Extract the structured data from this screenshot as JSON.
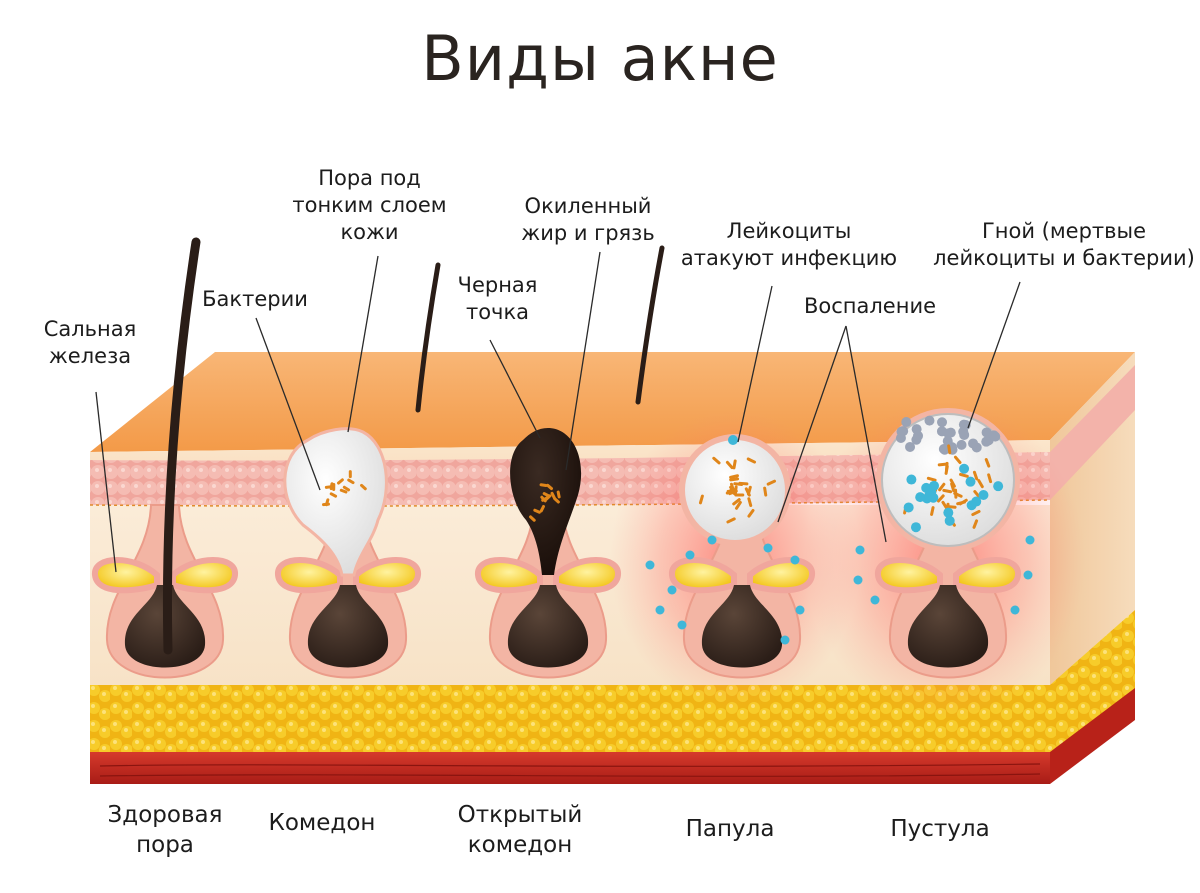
{
  "title": "Виды акне",
  "labels": {
    "sebaceous": [
      "Сальная",
      "железа"
    ],
    "bacteria": "Бактерии",
    "thin_skin": [
      "Пора под",
      "тонким слоем",
      "кожи"
    ],
    "blackhead": [
      "Черная",
      "точка"
    ],
    "oxidized": [
      "Окиленный",
      "жир и грязь"
    ],
    "leukocytes": [
      "Лейкоциты",
      "атакуют инфекцию"
    ],
    "inflammation": "Воспаление",
    "pus": [
      "Гной (мертвые",
      "лейкоциты и бактерии)"
    ]
  },
  "captions": {
    "healthy": [
      "Здоровая",
      "пора"
    ],
    "comedone": "Комедон",
    "open_comedone": [
      "Открытый",
      "комедон"
    ],
    "papule": "Папула",
    "pustule": "Пустула"
  },
  "colors": {
    "epidermis_top": "#f6a25a",
    "epidermis": "#f9d9b4",
    "dermis_pink": "#f2b0a8",
    "dermis_cream": "#fbead6",
    "fat": "#f5c21b",
    "muscle": "#c8281f",
    "follicle": "#3a2a22",
    "sebum": "#f7d21e",
    "inflammation": "#f04a4a",
    "pus_white": "#f2f2f2",
    "bacteria": "#e0861a",
    "leukocyte": "#3fb7d8"
  }
}
